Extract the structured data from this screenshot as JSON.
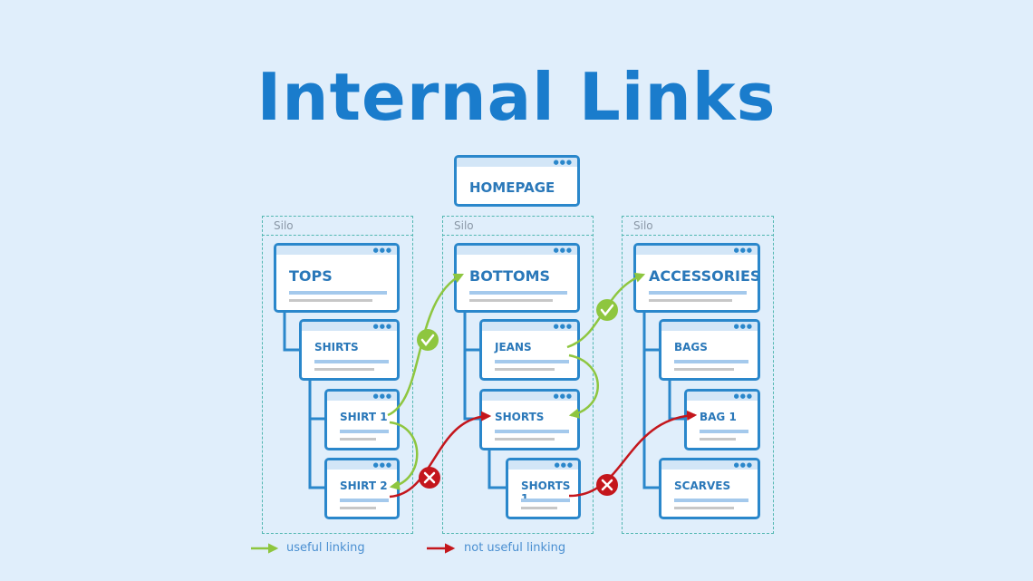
{
  "title": "Internal Links",
  "homepage": {
    "label": "HOMEPAGE"
  },
  "silos": [
    {
      "label": "Silo",
      "pages": [
        "TOPS",
        "SHIRTS",
        "SHIRT 1",
        "SHIRT 2"
      ]
    },
    {
      "label": "Silo",
      "pages": [
        "BOTTOMS",
        "JEANS",
        "SHORTS",
        "SHORTS 1"
      ]
    },
    {
      "label": "Silo",
      "pages": [
        "ACCESSORIES",
        "BAGS",
        "BAG 1",
        "SCARVES"
      ]
    }
  ],
  "links": [
    {
      "from": "SHIRT 1",
      "to": "BOTTOMS",
      "type": "useful"
    },
    {
      "from": "SHIRT 1",
      "to": "SHIRT 2",
      "type": "useful"
    },
    {
      "from": "JEANS",
      "to": "ACCESSORIES",
      "type": "useful"
    },
    {
      "from": "JEANS",
      "to": "SHORTS",
      "type": "useful"
    },
    {
      "from": "SHIRT 2",
      "to": "SHORTS",
      "type": "not useful"
    },
    {
      "from": "SHORTS 1",
      "to": "BAG 1",
      "type": "not useful"
    }
  ],
  "legend": {
    "useful": "useful linking",
    "not_useful": "not useful linking"
  },
  "colors": {
    "title": "#1a7ccc",
    "card_border": "#2a87cb",
    "useful": "#8ec63f",
    "not_useful": "#c4161c",
    "silo_border": "#52b7b1"
  }
}
